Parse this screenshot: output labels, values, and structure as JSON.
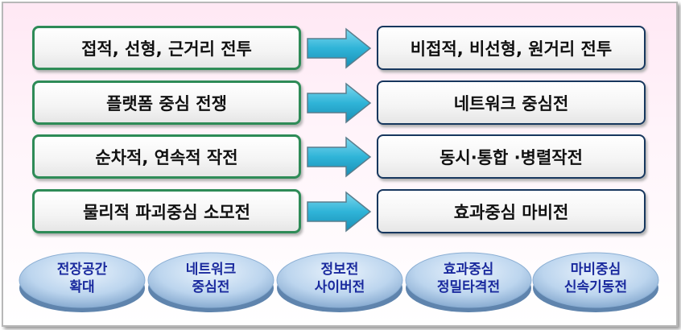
{
  "rows": [
    {
      "from": "접적, 선형, 근거리 전투",
      "to": "비접적, 비선형, 원거리 전투"
    },
    {
      "from": "플랫폼 중심 전쟁",
      "to": "네트워크 중심전"
    },
    {
      "from": "순차적, 연속적 작전",
      "to": "동시·통합 ·병렬작전"
    },
    {
      "from": "물리적 파괴중심 소모전",
      "to": "효과중심 마비전"
    }
  ],
  "concepts": [
    {
      "line1": "전장공간",
      "line2": "확대"
    },
    {
      "line1": "네트워크",
      "line2": "중심전"
    },
    {
      "line1": "정보전",
      "line2": "사이버전"
    },
    {
      "line1": "효과중심",
      "line2": "정밀타격전"
    },
    {
      "line1": "마비중심",
      "line2": "신속기동전"
    }
  ],
  "colors": {
    "left_border": "#2e8b57",
    "right_border": "#17375e",
    "arrow": "#2fb4d8",
    "disc": "#a9c7e8",
    "disc_text": "#1a2a9e"
  }
}
